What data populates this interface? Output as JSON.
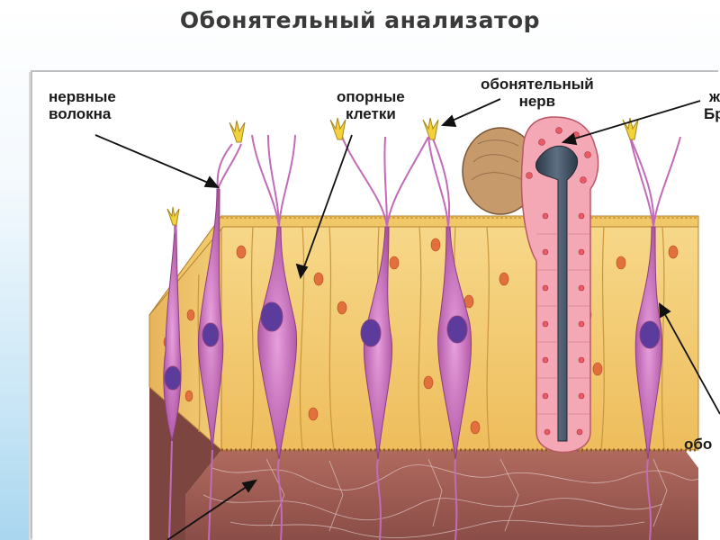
{
  "slide": {
    "title": "Обонятельный анализатор"
  },
  "labels": {
    "nerve_fibers": [
      "нервные",
      "волокна"
    ],
    "support_cells": [
      "опорные",
      "клетки"
    ],
    "olfactory_nerve": [
      "обонятельный",
      "нерв"
    ],
    "gland": [
      "ж",
      "Бр"
    ],
    "olfactory_cells": [
      "обо"
    ]
  },
  "colors": {
    "epithelium": "#f4c96b",
    "receptor_cells": "#c26bb8",
    "gland": "#f4a7b4",
    "duct": "#3a4a5c",
    "connective": "#a0625a",
    "background_top": "#ffffff",
    "background_bottom": "#a9d6ef"
  }
}
